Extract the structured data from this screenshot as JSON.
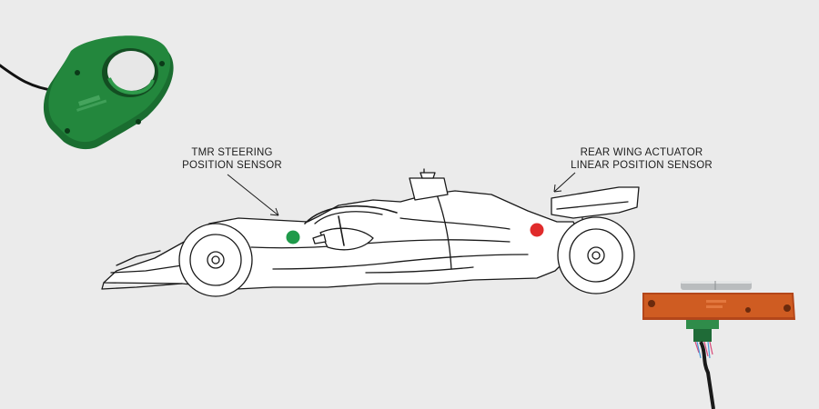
{
  "callouts": {
    "steering": {
      "line1": "TMR STEERING",
      "line2": "POSITION SENSOR"
    },
    "rear_wing": {
      "line1": "REAR WING ACTUATOR",
      "line2": "LINEAR POSITION SENSOR"
    }
  },
  "colors": {
    "background": "#ebebeb",
    "outline": "#1a1a1a",
    "steering_marker": "#1f9a4a",
    "rear_wing_marker": "#e02b2b",
    "steering_sensor_body": "#1e7a35",
    "linear_sensor_body": "#c5521c"
  }
}
